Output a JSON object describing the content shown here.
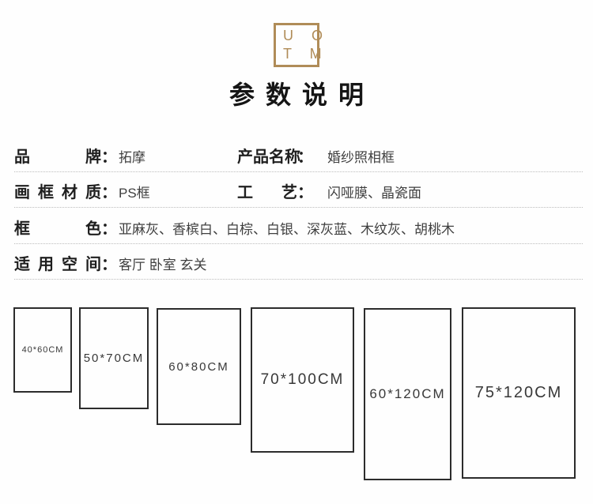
{
  "brand_logo": {
    "line1": "U O",
    "line2": "T M"
  },
  "title": "参数说明",
  "specs": {
    "colon": "：",
    "rows": [
      {
        "cells": [
          {
            "label": "品牌",
            "value": "拓摩"
          },
          {
            "label": "产品名称",
            "value": "婚纱照相框"
          }
        ]
      },
      {
        "cells": [
          {
            "label": "画框材质",
            "value": "PS框"
          },
          {
            "label": "工艺",
            "value": "闪哑膜、晶瓷面"
          }
        ]
      },
      {
        "cells": [
          {
            "label": "框色",
            "value": "亚麻灰、香槟白、白棕、白银、深灰蓝、木纹灰、胡桃木"
          }
        ]
      },
      {
        "cells": [
          {
            "label": "适用空间",
            "value": "客厅 卧室 玄关"
          }
        ]
      }
    ]
  },
  "sizes": [
    "40*60CM",
    "50*70CM",
    "60*80CM",
    "70*100CM",
    "60*120CM",
    "75*120CM"
  ],
  "colors": {
    "accent_gold": "#b08c58",
    "box_border": "#2c2c2c"
  }
}
